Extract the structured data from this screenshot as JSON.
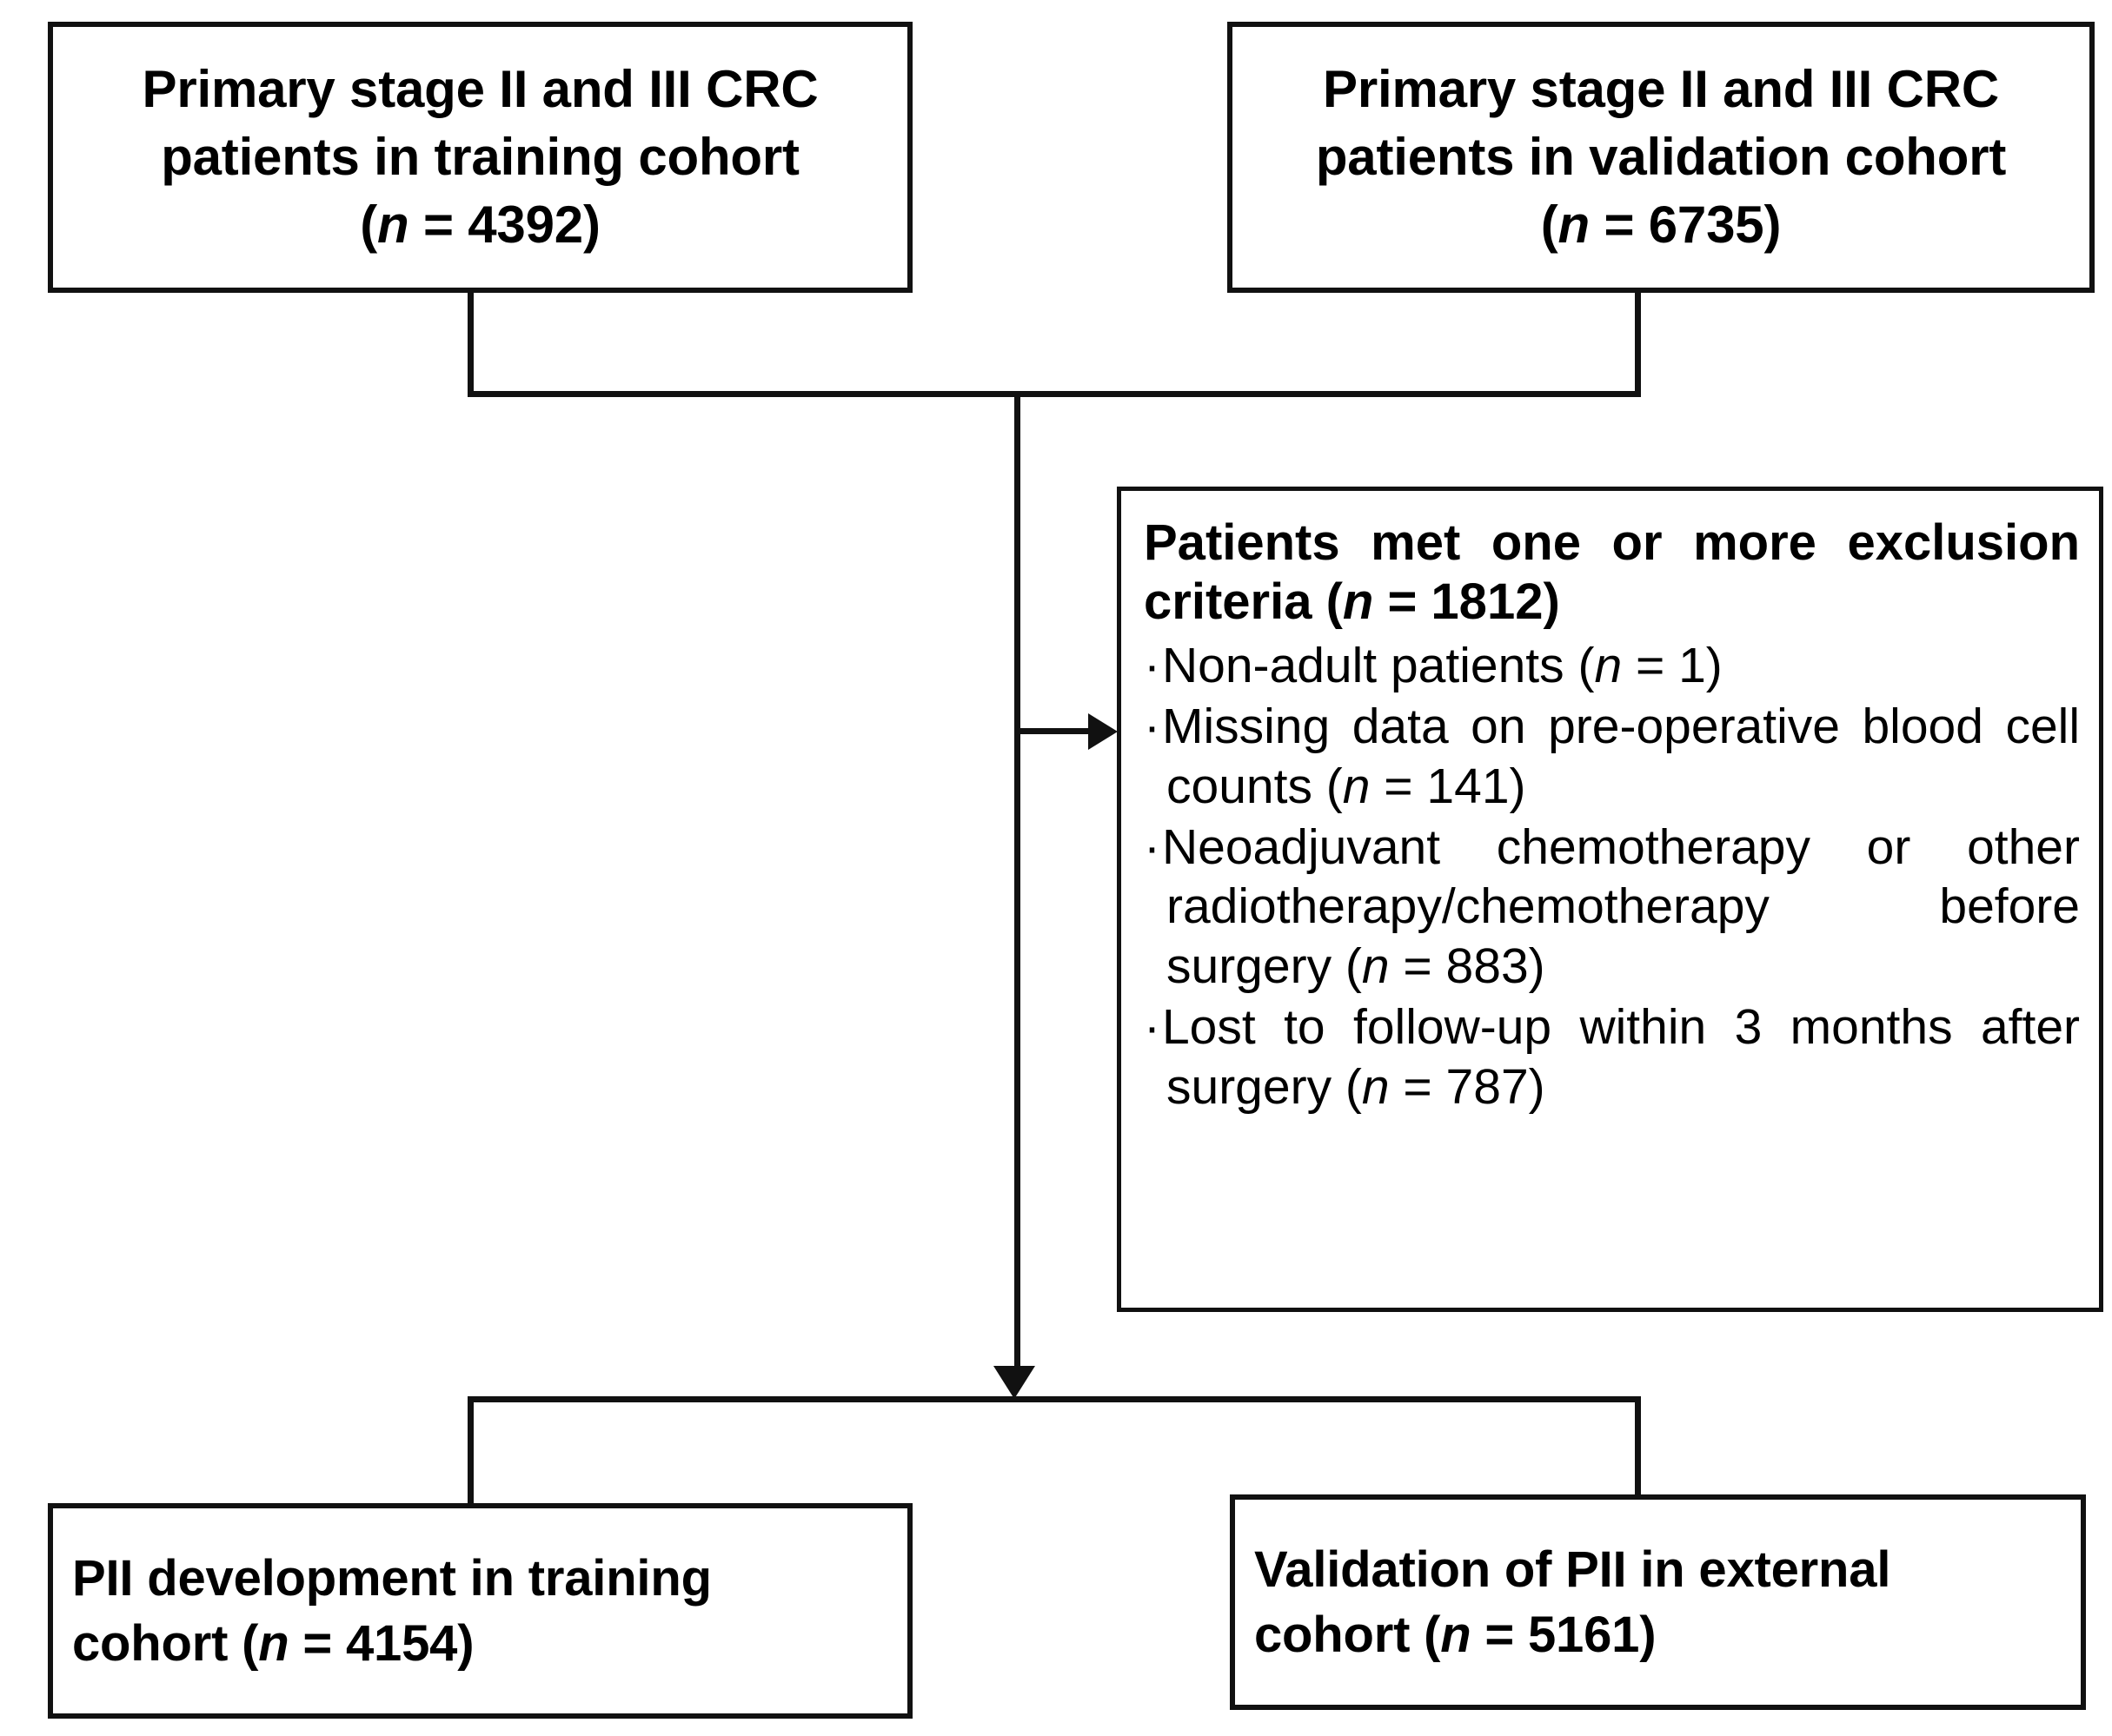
{
  "figure": {
    "type": "flowchart",
    "title": "Patient selection flowchart for PII development and validation"
  },
  "nodes": {
    "training_cohort": {
      "line1": "Primary stage II and III CRC",
      "line2": "patients in training cohort",
      "line3_prefix": "(",
      "line3_n": "n",
      "line3_suffix": " = 4392)",
      "n_value": "4392"
    },
    "validation_cohort": {
      "line1": "Primary stage II and III CRC",
      "line2": "patients in validation cohort",
      "line3_prefix": "(",
      "line3_n": "n",
      "line3_suffix": " = 6735)",
      "n_value": "6735"
    },
    "exclusion": {
      "heading_part1": "Patients met one or more exclusion criteria (",
      "heading_n": "n",
      "heading_part2": " = 1812)",
      "n_value": "1812",
      "items": [
        {
          "bullet": "·",
          "text_part1": "Non-adult patients (",
          "n": "n",
          "text_part2": " = 1)",
          "n_value": "1"
        },
        {
          "bullet": "·",
          "text_part1": "Missing data on pre-operative blood cell counts (",
          "n": "n",
          "text_part2": " = 141)",
          "n_value": "141"
        },
        {
          "bullet": "·",
          "text_part1": "Neoadjuvant chemotherapy or other radiotherapy/chemotherapy before surgery (",
          "n": "n",
          "text_part2": " = 883)",
          "n_value": "883"
        },
        {
          "bullet": "·",
          "text_part1": "Lost to follow-up within 3 months after surgery (",
          "n": "n",
          "text_part2": " = 787)",
          "n_value": "787"
        }
      ]
    },
    "pii_development": {
      "line1": "PII development in training",
      "line2_prefix": "cohort (",
      "line2_n": "n",
      "line2_suffix": " = 4154)",
      "n_value": "4154"
    },
    "pii_validation": {
      "line1": "Validation of PII in external",
      "line2_prefix": "cohort (",
      "line2_n": "n",
      "line2_suffix": " = 5161)",
      "n_value": "5161"
    }
  },
  "colors": {
    "stroke": "#111111",
    "background": "#ffffff",
    "text": "#000000"
  }
}
